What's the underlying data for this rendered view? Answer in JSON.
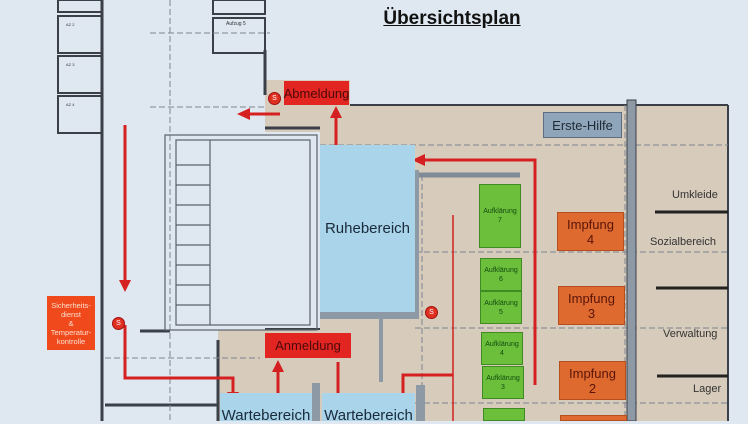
{
  "title": "Übersichtsplan",
  "rooms": {
    "ruhebereich": "Ruhebereich",
    "wartebereich_1": "Wartebereich",
    "wartebereich_2": "Wartebereich",
    "erste_hilfe": "Erste-Hilfe",
    "abmeldung": "Abmeldung",
    "anmeldung": "Anmeldung",
    "sicherheit": [
      "Sicherheits-",
      "dienst",
      "&",
      "Temperatur-",
      "kontrolle"
    ],
    "aufzug": "Aufzug 5"
  },
  "aufklaerung": [
    {
      "label": "Aufklärung",
      "num": "7"
    },
    {
      "label": "Aufklärung",
      "num": "6"
    },
    {
      "label": "Aufklärung",
      "num": "5"
    },
    {
      "label": "Aufklärung",
      "num": "4"
    },
    {
      "label": "Aufklärung",
      "num": "3"
    }
  ],
  "impfung": [
    {
      "label": "Impfung",
      "num": "4"
    },
    {
      "label": "Impfung",
      "num": "3"
    },
    {
      "label": "Impfung",
      "num": "2"
    }
  ],
  "side_rooms": [
    "Umkleide",
    "Sozialbereich",
    "Verwaltung",
    "Lager"
  ],
  "small_rooms": [
    "AZ 2",
    "AZ 3",
    "AZ 4"
  ],
  "s_marker": "S",
  "colors": {
    "arrow": "#d42020",
    "wall": "#3a3f48",
    "pillar": "#8d9aa6"
  }
}
